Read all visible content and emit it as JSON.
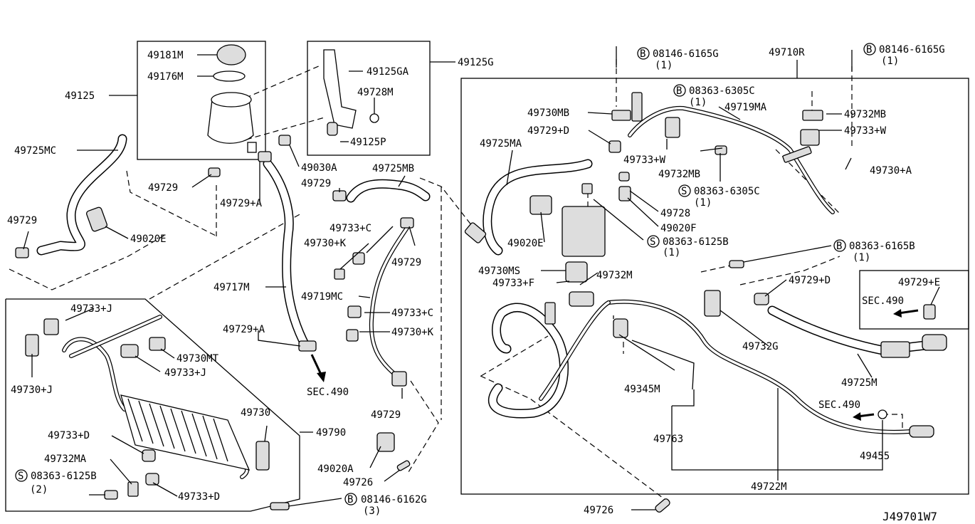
{
  "diagram_id": "J49701W7",
  "labels": {
    "p49181M": "49181M",
    "p49176M": "49176M",
    "p49125": "49125",
    "p49725MC": "49725MC",
    "p49729_a": "49729",
    "p49729_b": "49729",
    "p49020E_a": "49020E",
    "p49125G": "49125G",
    "p49125GA": "49125GA",
    "p49728M": "49728M",
    "p49125P": "49125P",
    "p49030A": "49030A",
    "p49729_c": "49729",
    "p49729A_a": "49729+A",
    "p49725MB": "49725MB",
    "p49717M": "49717M",
    "p49733C_a": "49733+C",
    "p49730K_a": "49730+K",
    "p49729_d": "49729",
    "p49719MC": "49719MC",
    "p49733C_b": "49733+C",
    "p49730K_b": "49730+K",
    "p49729A_b": "49729+A",
    "sec490_a": "SEC.490",
    "p49729_e": "49729",
    "p49733J_a": "49733+J",
    "p49730J": "49730+J",
    "p49730MT": "49730MT",
    "p49733J_b": "49733+J",
    "p49730": "49730",
    "p49790": "49790",
    "p49733D_a": "49733+D",
    "p49732MA": "49732MA",
    "s08363_6125B_a": "08363-6125B",
    "q2": "(2)",
    "p49733D_b": "49733+D",
    "p49020A": "49020A",
    "p49726_a": "49726",
    "b08146_6162G": "08146-6162G",
    "q3": "(3)",
    "p49726_b": "49726",
    "b08146_6165G_a": "08146-6165G",
    "q1_a": "(1)",
    "p49710R": "49710R",
    "b08146_6165G_b": "08146-6165G",
    "q1_b": "(1)",
    "b08363_6305C_a": "08363-6305C",
    "q1_c": "(1)",
    "p49730MB": "49730MB",
    "p49719MA": "49719MA",
    "p49732MB_a": "49732MB",
    "p49729D_a": "49729+D",
    "p49733W_a": "49733+W",
    "p49725MA": "49725MA",
    "p49733W_b": "49733+W",
    "p49732MB_b": "49732MB",
    "p49730A": "49730+A",
    "s08363_6305C_b": "08363-6305C",
    "q1_d": "(1)",
    "p49728": "49728",
    "p49020F": "49020F",
    "p49020E_b": "49020E",
    "s08363_6125B_b": "08363-6125B",
    "q1_e": "(1)",
    "b08363_6165B": "08363-6165B",
    "q1_f": "(1)",
    "p49730MS": "49730MS",
    "p49733F": "49733+F",
    "p49732M": "49732M",
    "p49729D_b": "49729+D",
    "p49729E": "49729+E",
    "sec490_b": "SEC.490",
    "p49732G": "49732G",
    "p49725M": "49725M",
    "p49345M": "49345M",
    "sec490_c": "SEC.490",
    "p49763": "49763",
    "p49455": "49455",
    "p49722M": "49722M",
    "sym_B": "B",
    "sym_S": "S"
  }
}
